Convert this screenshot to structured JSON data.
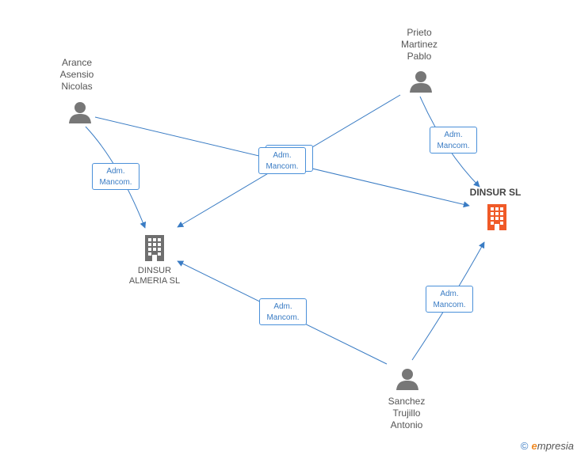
{
  "nodes": {
    "arance": {
      "name_lines": [
        "Arance",
        "Asensio",
        "Nicolas"
      ]
    },
    "prieto": {
      "name_lines": [
        "Prieto",
        "Martinez",
        "Pablo"
      ]
    },
    "sanchez": {
      "name_lines": [
        "Sanchez",
        "Trujillo",
        "Antonio"
      ]
    },
    "dinsur_almeria": {
      "name_lines": [
        "DINSUR",
        "ALMERIA SL"
      ]
    },
    "dinsur_sl": {
      "name": "DINSUR SL"
    }
  },
  "badge": {
    "line1": "Adm.",
    "line2": "Mancom."
  },
  "colors": {
    "edge": "#3a7cc4",
    "person": "#777777",
    "company_main": "#f05a28",
    "company_other": "#6f6f6f"
  },
  "footer": {
    "copyright": "©",
    "brand_e": "e",
    "brand_rest": "mpresia"
  }
}
